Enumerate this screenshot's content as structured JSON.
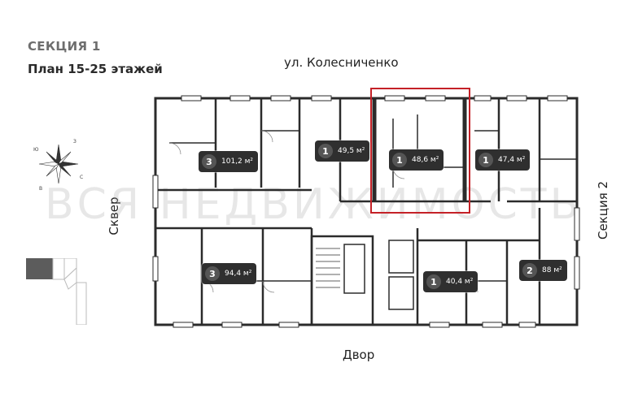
{
  "header": {
    "section": "СЕКЦИЯ 1",
    "plan": "План 15-25 этажей"
  },
  "labels": {
    "street": "ул. Колесниченко",
    "yard": "Двор",
    "square": "Сквер",
    "section2": "Секция 2",
    "watermark": "ВСЯ НЕДВИЖИМОСТЬ"
  },
  "compass": {
    "letters": [
      "Ю",
      "З",
      "С",
      "В"
    ]
  },
  "apartments": [
    {
      "rooms": "3",
      "area": "101,2 м²"
    },
    {
      "rooms": "1",
      "area": "49,5 м²"
    },
    {
      "rooms": "1",
      "area": "48,6 м²"
    },
    {
      "rooms": "1",
      "area": "47,4 м²"
    },
    {
      "rooms": "3",
      "area": "94,4 м²"
    },
    {
      "rooms": "1",
      "area": "40,4 м²"
    },
    {
      "rooms": "2",
      "area": "88 м²"
    }
  ],
  "colors": {
    "highlight": "#c42127",
    "badge": "#2f2f2f",
    "wall": "#2b2b2b"
  }
}
